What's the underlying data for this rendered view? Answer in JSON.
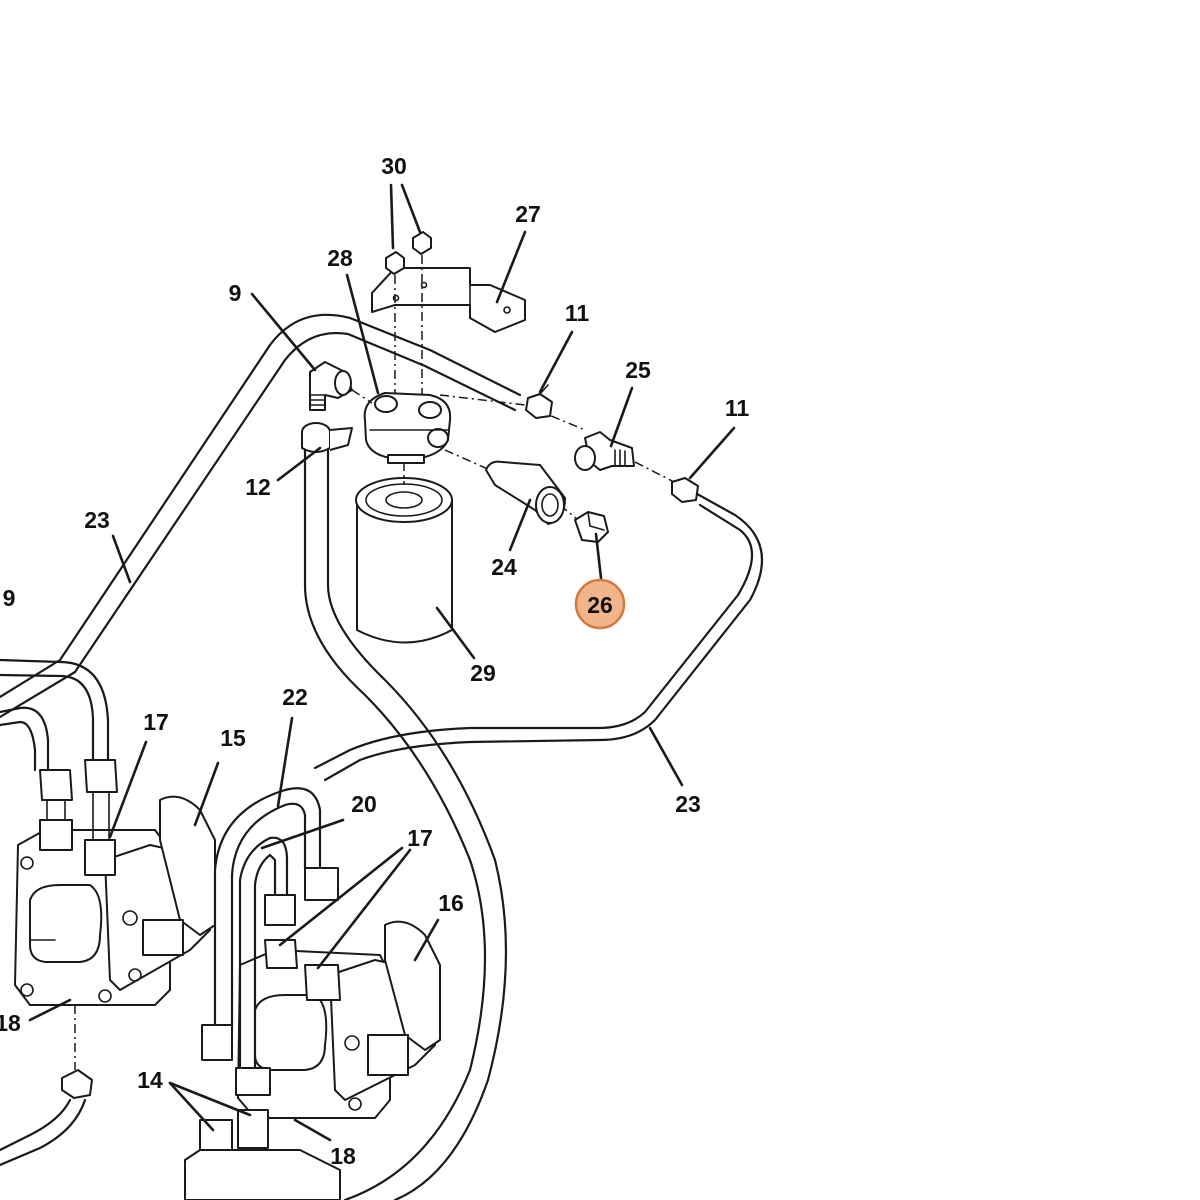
{
  "callouts": [
    {
      "id": "c30",
      "label": "30"
    },
    {
      "id": "c27",
      "label": "27"
    },
    {
      "id": "c28",
      "label": "28"
    },
    {
      "id": "c9a",
      "label": "9"
    },
    {
      "id": "c11a",
      "label": "11"
    },
    {
      "id": "c25",
      "label": "25"
    },
    {
      "id": "c11b",
      "label": "11"
    },
    {
      "id": "c12",
      "label": "12"
    },
    {
      "id": "c23a",
      "label": "23"
    },
    {
      "id": "c24",
      "label": "24"
    },
    {
      "id": "c26",
      "label": "26"
    },
    {
      "id": "c29",
      "label": "29"
    },
    {
      "id": "c9b",
      "label": "9"
    },
    {
      "id": "c22",
      "label": "22"
    },
    {
      "id": "c17a",
      "label": "17"
    },
    {
      "id": "c15",
      "label": "15"
    },
    {
      "id": "c20",
      "label": "20"
    },
    {
      "id": "c23b",
      "label": "23"
    },
    {
      "id": "c17b",
      "label": "17"
    },
    {
      "id": "c16",
      "label": "16"
    },
    {
      "id": "c18a",
      "label": "18"
    },
    {
      "id": "c14",
      "label": "14"
    },
    {
      "id": "c18b",
      "label": "18"
    }
  ],
  "highlight": {
    "callout": "26",
    "fill_color": "#f2b48a",
    "stroke_color": "#d07a3e",
    "text_color": "#3a2414"
  },
  "icons": {
    "filter_cartridge": "filter-cartridge-icon",
    "filter_head": "filter-head-icon",
    "hydraulic_pump": "hydraulic-pump-icon",
    "hose_fitting": "hose-fitting-icon"
  }
}
